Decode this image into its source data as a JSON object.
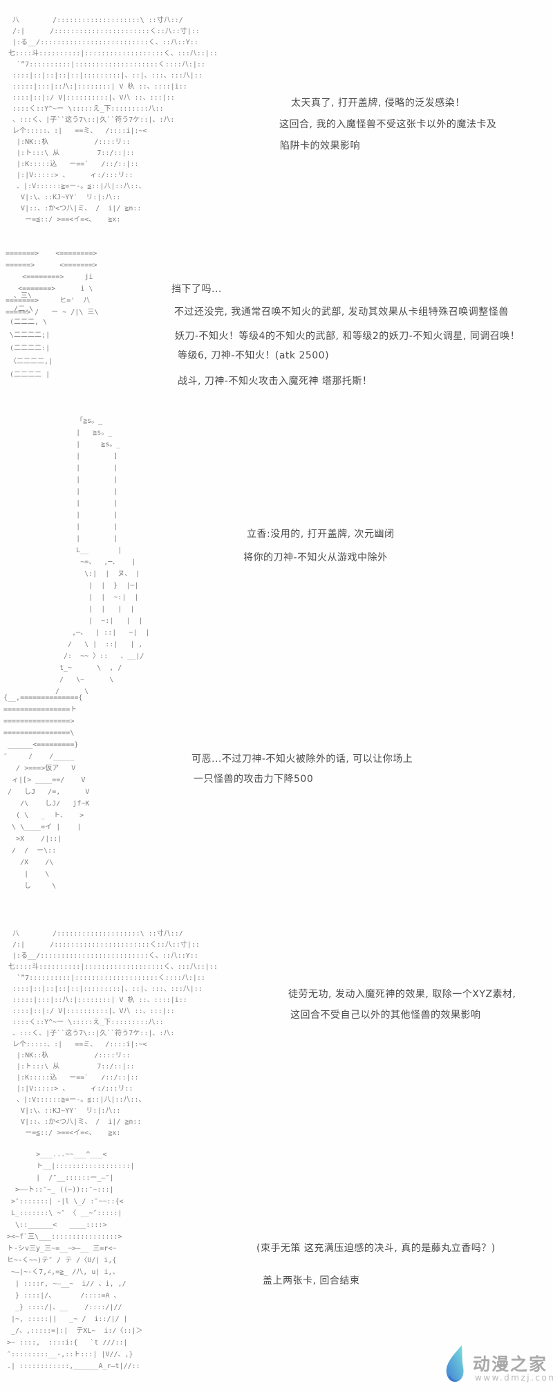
{
  "panels": [
    {
      "dialogue": [
        "太天真了, 打开盖牌, 侵略的泛发感染！",
        "这回合, 我的入魔怪兽不受这张卡以外的魔法卡及",
        "陷阱卡的效果影响"
      ]
    },
    {
      "dialogue": [
        "挡下了吗...",
        "不过还没完, 我通常召唤不知火的武部, 发动其效果从卡组特殊召唤调整怪兽",
        "妖刀-不知火！等级4的不知火的武部, 和等级2的妖刀-不知火调星, 同调召唤！",
        "等级6, 刀神-不知火！(atk 2500)",
        "战斗, 刀神-不知火攻击入魔死神 塔那托斯！"
      ]
    },
    {
      "dialogue": [
        "立香:没用的, 打开盖牌, 次元幽闭",
        "将你的刀神-不知火从游戏中除外"
      ]
    },
    {
      "dialogue": [
        "可恶...不过刀神-不知火被除外的话, 可以让你场上",
        "一只怪兽的攻击力下降500"
      ]
    },
    {
      "dialogue": [
        "徒劳无功, 发动入魔死神的效果, 取除一个XYZ素材,",
        "这回合不受自己以外的其他怪兽的效果影响"
      ]
    },
    {
      "dialogue": [
        "(束手无策  这充满压迫感的决斗, 真的是藤丸立香吗？)",
        "盖上两张卡, 回合结束"
      ]
    }
  ],
  "art": {
    "face": [
      " 八        /::::::::::::::::::::\\ ::寸八::/",
      " /:|      /:::::::::::::::::::::::く::八::寸|::",
      " |:る__/::::::::::::::::::::::::::く、::八::Y::",
      "七::::斗::::::::::|:::::::::::::::::::く、:::八::|::",
      "  `”7::::::::::|::::::::::::::::::::く::::八:|::",
      " ::::|::|::|::|::|:::::::::|、::|、:::、:::八|::",
      " :::::|:::|::八:|::::::::| V 杁 ::、::::|i::",
      " ::::|::|:/ V|::::::::::|、V八 ::、:::|::",
      " ::::く::Y^~ー \\:::::え_下:::::::::八::",
      " 、:::く、|子``这う7\\::|久``符う7ケ::|、:八:",
      " レ个:::::、:|   ==ミ、  /::::i|:~<",
      "  |:NK::杁           /::::リ::",
      "  |:ト:::\\ 从         7::/::|::",
      "  |:K:::::込   ー==`   /::/::|::",
      "  |:|V:::::> 、     ィ:/:::リ::",
      "  、|:V::::::≧=ー-。≦::|八|::八::、",
      "   V|:\\、::KJ~YY′  リ:|:八::",
      "   V|::、:か<つ八|ミ、 /  i|/ ≧n::",
      "    ー=≦::/ >==<イ=<、   ≧x:"
    ],
    "arrows": [
      "=======>    <========>",
      "======>      <=======>",
      "    <========>     ji",
      "   <=======>      i \\",
      "=======>     ヒ='  八",
      "=====> /   ー ~ /|\\ 三\\"
    ],
    "fan": [
      "   、三\\",
      "   /二,\\",
      "  (二二二, \\",
      "  \\二二二二;|",
      "  (二二二二:|",
      "  〈二二二二,|",
      "  (二二二二 |"
    ],
    "card": [
      "     「≧s。_",
      "     |   ≧s。_",
      "     |     ≧s。_",
      "     |        ]",
      "     |        |",
      "     |        |",
      "     |        |",
      "     |        |",
      "     |        |",
      "     |        |",
      "     |        |",
      "     L__       |",
      "      ~=、  ,─、   |",
      "       \\:|  |  ヌ、 |",
      "        |  |  }  |─|",
      "        |  |  ~:|  |",
      "        |  |   |  |",
      "        |  ~:|   |  |",
      "    ,─、  | ::|   ~|  |",
      "   /   \\ |  ::|   | ,",
      "  /:  ~~ 〉::   、__|/",
      " t_~      \\  , /",
      " /   \\~      \\",
      "/      \\"
    ],
    "action": [
      "{__,=============={",
      "================ト",
      "================>",
      "================\\",
      " ______<=========}",
      "″     /    /_____",
      "   / >===>仮ア   V",
      "  ィ|[> ____==/    V",
      " /   しJ   /=,      V",
      "    /\\    しJ/   jf~K",
      "   ( \\   _  ト、   >",
      "  \\ \\____=イ |    |",
      "   >X    /|::|",
      "  /  /  ー\\::",
      "    /X    /\\",
      "     |    \\",
      "     し     \\"
    ],
    "figure": [
      "       >___...~~___^___<",
      "       ト__|::::::::::::::::::|",
      "       |  /″__::::::ー_—″|",
      "  >——ト::″~_ ((~))::″~:::|",
      " >″:::::::| -|l \\_/ :″~~::{<",
      " L_:::::::\\ ~″ 〈 __~″:::::|",
      "  \\::______<   ____::::>",
      "><~f`三\\___::::::::::::::::>",
      "ト-シv三y_三~=__~>—__ 三=r<~",
      "ヒ~-く~~)テ″ / テ /〈U/| i,{",
      " ~—|~-く7,∠,=≧_ /八, u| i,、",
      "  | ::::r, ~—__~  i// 、i, ,/",
      "  } ::::|/、      /::::=A 、",
      "  _} ::::/|、__    /::::/|//",
      " |~, :::::||   _~ /  i::/|/ |",
      " _/、,:::::=|:|  テXL~  i:/〈::|＞",
      ">~ ::::,  ::::i:{   `t ///::|",
      "″:::::::::__-,::ト:::| |V//、,}",
      ".| ::::::::::::,______A_r—t|//::"
    ]
  },
  "logo": {
    "icon": "flame-icon",
    "site_name": "动漫之家",
    "site_url": "www.dmzj.com",
    "icon_color_top": "#7ce0dc",
    "icon_color_bottom": "#3f7fd4"
  }
}
